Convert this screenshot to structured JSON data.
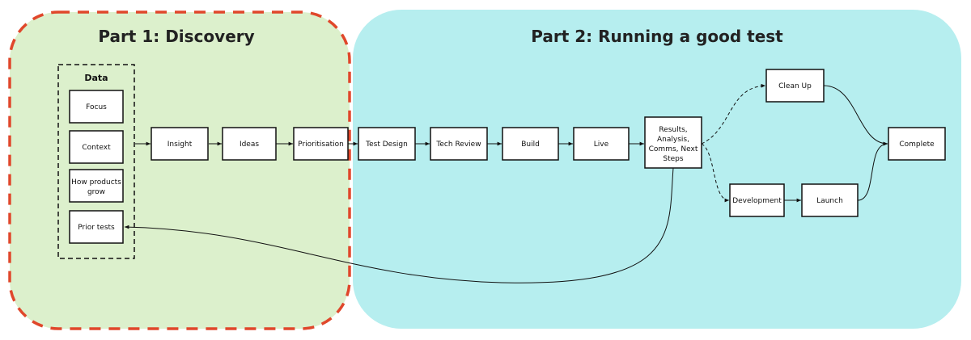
{
  "colors": {
    "part1_fill": "#dcf0cc",
    "part1_border": "#e0472b",
    "part2_fill": "#b6eeef",
    "stroke": "#111111",
    "node_fill": "#ffffff"
  },
  "diagram": {
    "part1": {
      "title": "Part 1: Discovery"
    },
    "part2": {
      "title": "Part 2: Running a good test"
    },
    "data_group": {
      "title": "Data"
    },
    "nodes": {
      "focus": "Focus",
      "context": "Context",
      "how_products_grow": [
        "How products",
        "grow"
      ],
      "prior_tests": "Prior tests",
      "insight": "Insight",
      "ideas": "Ideas",
      "prioritisation": "Prioritisation",
      "test_design": "Test Design",
      "tech_review": "Tech Review",
      "build": "Build",
      "live": "Live",
      "results": [
        "Results,",
        "Analysis,",
        "Comms, Next",
        "Steps"
      ],
      "clean_up": "Clean Up",
      "development": "Development",
      "launch": "Launch",
      "complete": "Complete"
    }
  }
}
